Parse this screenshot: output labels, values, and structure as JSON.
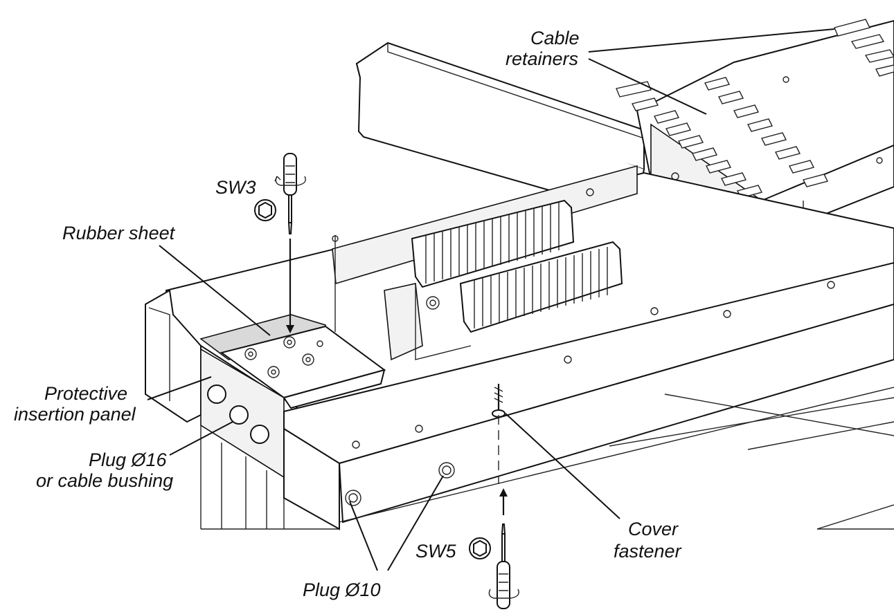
{
  "labels": {
    "cable_retainers_1": "Cable",
    "cable_retainers_2": "retainers",
    "sw3": "SW3",
    "rubber_sheet": "Rubber sheet",
    "protective_1": "Protective",
    "protective_2": "insertion panel",
    "plug16_1": "Plug Ø16",
    "plug16_2": "or cable bushing",
    "cover_1": "Cover",
    "cover_2": "fastener",
    "sw5": "SW5",
    "plug10": "Plug Ø10"
  },
  "colors": {
    "line": "#111111",
    "background": "#ffffff",
    "panel": "#f2f2f2"
  },
  "icons": [
    "screwdriver-icon",
    "hex-socket-icon",
    "rotation-arrow-icon"
  ]
}
